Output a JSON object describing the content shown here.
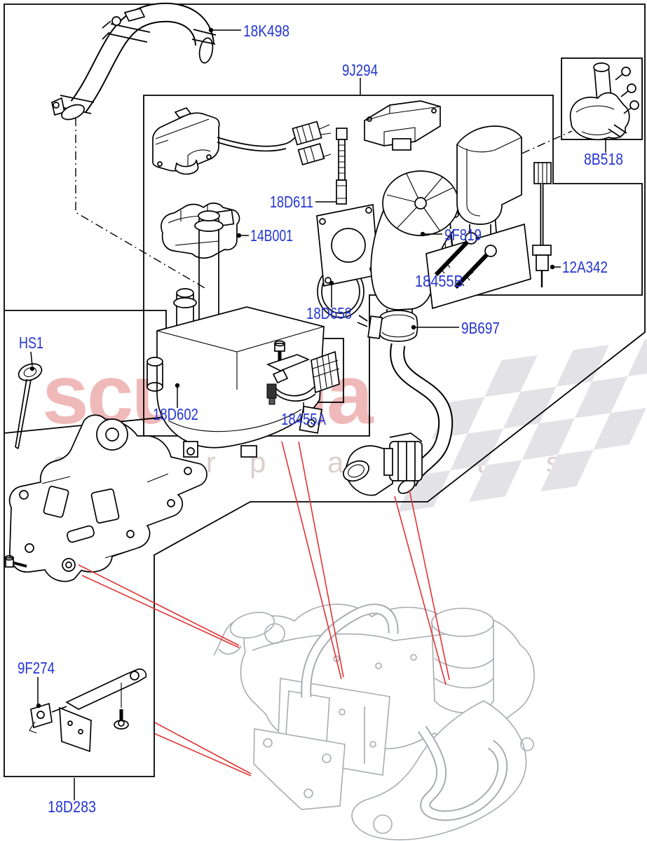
{
  "page": {
    "kind": "exploded-parts-diagram",
    "subject": "auxiliary fuel fired heater"
  },
  "watermark": {
    "brand": "scuderia",
    "tagline_left": "c a r",
    "tagline_right": "p a r t s"
  },
  "colors": {
    "label_blue": "#2435d3",
    "leader_red": "#e23333",
    "line_black": "#000000",
    "engine_sketch_gray": "#a8acb1",
    "watermark_pink": "#efb9b9",
    "tagline_gray": "#dbcfcf",
    "checker_gray": "#e3e3e7",
    "background": "#ffffff"
  },
  "labels": {
    "water_hose": "18K498",
    "heater_assembly": "9J294",
    "circulation_pump": "8B518",
    "fuel_metering_pump": "18D611",
    "cover_bracket": "14B001",
    "blower": "9F819",
    "bolt_kit": "18455B",
    "glow_plug": "12A342",
    "combustion_tube": "18D658",
    "outlet_hose": "9B697",
    "screw": "HS1",
    "heater_unit": "18D602",
    "wiring_kit": "18455A",
    "pipe_clip": "9F274",
    "mounting_bracket": "18D283"
  }
}
